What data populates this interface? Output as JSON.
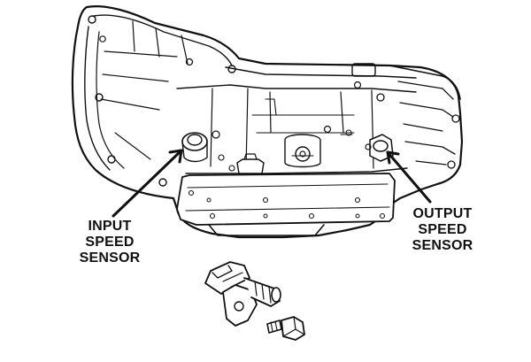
{
  "labels": {
    "input_sensor": [
      "INPUT",
      "SPEED",
      "SENSOR"
    ],
    "output_sensor": [
      "OUTPUT",
      "SPEED",
      "SENSOR"
    ]
  },
  "colors": {
    "ink": "#111111",
    "background": "#ffffff"
  }
}
